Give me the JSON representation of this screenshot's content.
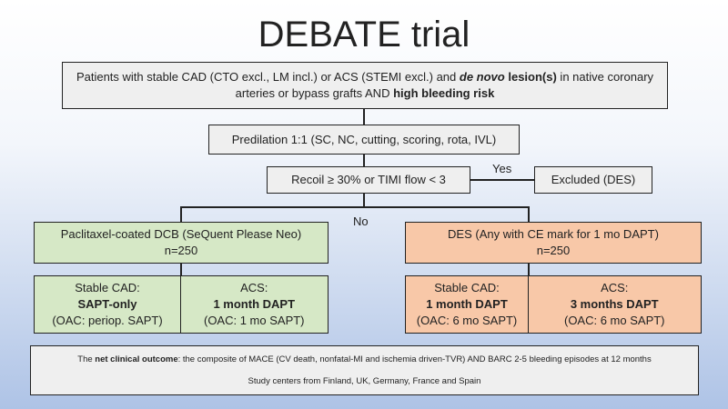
{
  "title": "DEBATE trial",
  "population": {
    "text_1": "Patients with stable CAD (CTO excl., LM incl.) or ACS (STEMI excl.) and ",
    "bold_italic": "de novo",
    "bold_1": " lesion(s)",
    "text_2": " in native coronary arteries or bypass grafts AND ",
    "bold_2": "high bleeding risk"
  },
  "predilation": "Predilation 1:1 (SC, NC, cutting, scoring, rota, IVL)",
  "recoil": "Recoil ≥ 30% or TIMI flow < 3",
  "yes_label": "Yes",
  "no_label": "No",
  "excluded": "Excluded (DES)",
  "arms": [
    {
      "name": "Paclitaxel-coated DCB (SeQuent Please Neo)",
      "n": "n=250",
      "subgroups": [
        {
          "label": "Stable CAD:",
          "therapy": "SAPT-only",
          "oac": "(OAC: periop. SAPT)"
        },
        {
          "label": "ACS:",
          "therapy": "1 month DAPT",
          "oac": "(OAC: 1 mo SAPT)"
        }
      ]
    },
    {
      "name": "DES (Any with CE mark for 1 mo DAPT)",
      "n": "n=250",
      "subgroups": [
        {
          "label": "Stable CAD:",
          "therapy": "1 month DAPT",
          "oac": "(OAC: 6 mo SAPT)"
        },
        {
          "label": "ACS:",
          "therapy": "3 months DAPT",
          "oac": "(OAC: 6 mo SAPT)"
        }
      ]
    }
  ],
  "outcome": {
    "prefix": "The ",
    "bold": "net clinical outcome",
    "text": ": the composite of MACE (CV death, nonfatal-MI and ischemia driven-TVR) AND BARC 2-5 bleeding episodes at 12 months",
    "centers": "Study centers from Finland, UK, Germany, France and Spain"
  }
}
